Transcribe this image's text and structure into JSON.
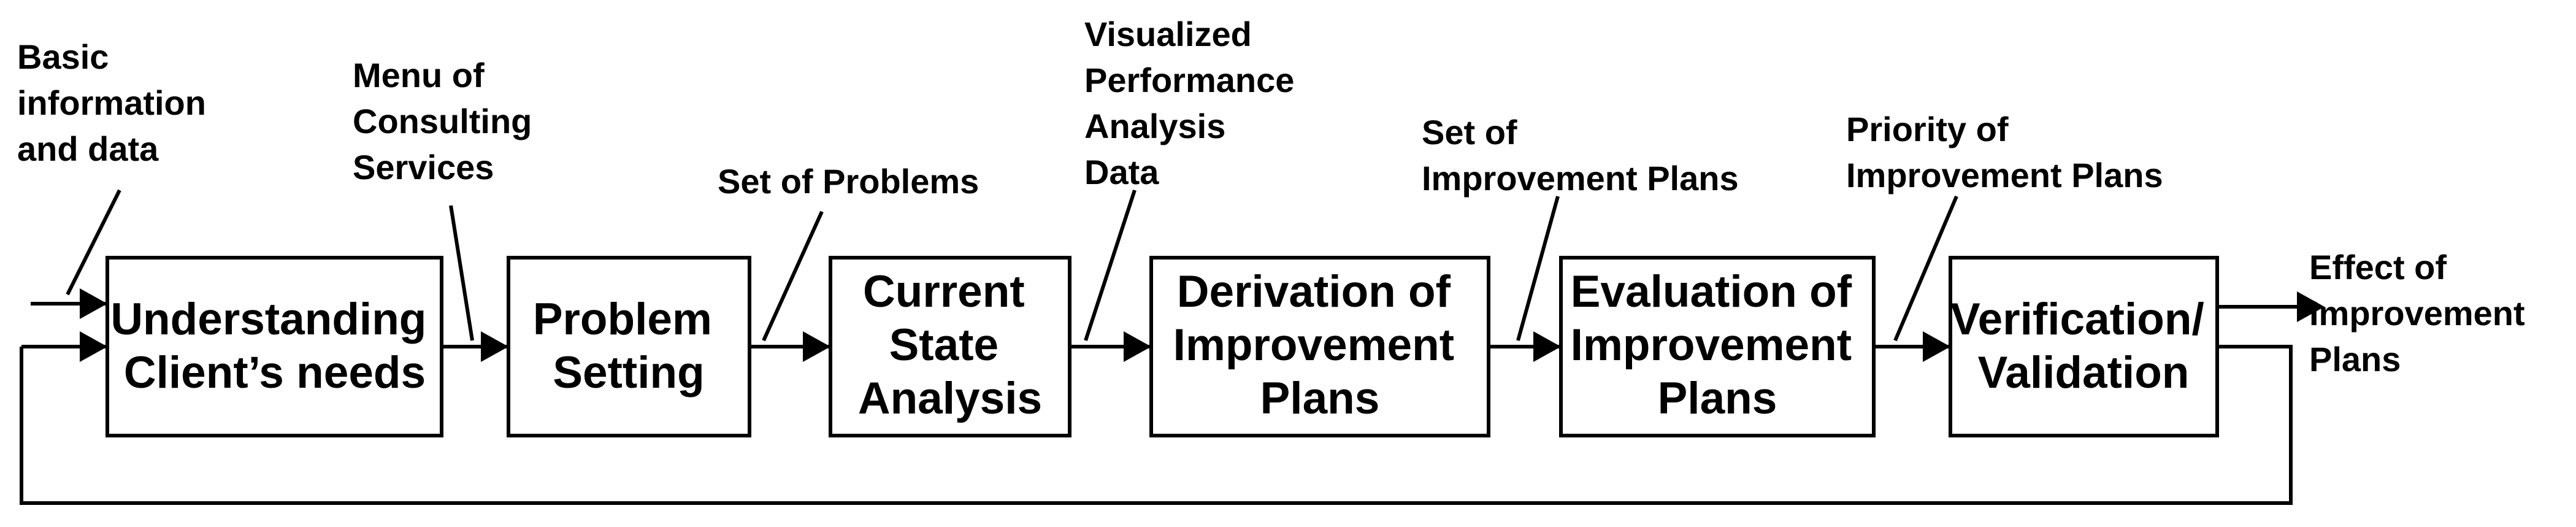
{
  "diagram": {
    "boxes": [
      {
        "id": "understanding",
        "lines": [
          "Understanding",
          "Client’s needs"
        ]
      },
      {
        "id": "problem-setting",
        "lines": [
          "Problem",
          "Setting"
        ]
      },
      {
        "id": "current-state",
        "lines": [
          "Current",
          "State",
          "Analysis"
        ]
      },
      {
        "id": "derivation",
        "lines": [
          "Derivation of",
          "Improvement",
          "Plans"
        ]
      },
      {
        "id": "evaluation",
        "lines": [
          "Evaluation of",
          "Improvement",
          "Plans"
        ]
      },
      {
        "id": "verification",
        "lines": [
          "Verification/",
          "Validation"
        ]
      }
    ],
    "annotations": [
      {
        "id": "basic-info",
        "lines": [
          "Basic",
          "information",
          "and data"
        ]
      },
      {
        "id": "menu-consulting",
        "lines": [
          "Menu of",
          "Consulting",
          "Services"
        ]
      },
      {
        "id": "set-problems",
        "lines": [
          "Set of Problems"
        ]
      },
      {
        "id": "visualized-data",
        "lines": [
          "Visualized",
          "Performance",
          "Analysis",
          "Data"
        ]
      },
      {
        "id": "set-improvement",
        "lines": [
          "Set of",
          "Improvement Plans"
        ]
      },
      {
        "id": "priority-improvement",
        "lines": [
          "Priority of",
          "Improvement Plans"
        ]
      },
      {
        "id": "effect-improvement",
        "lines": [
          "Effect of",
          "Improvement",
          "Plans"
        ]
      }
    ]
  }
}
